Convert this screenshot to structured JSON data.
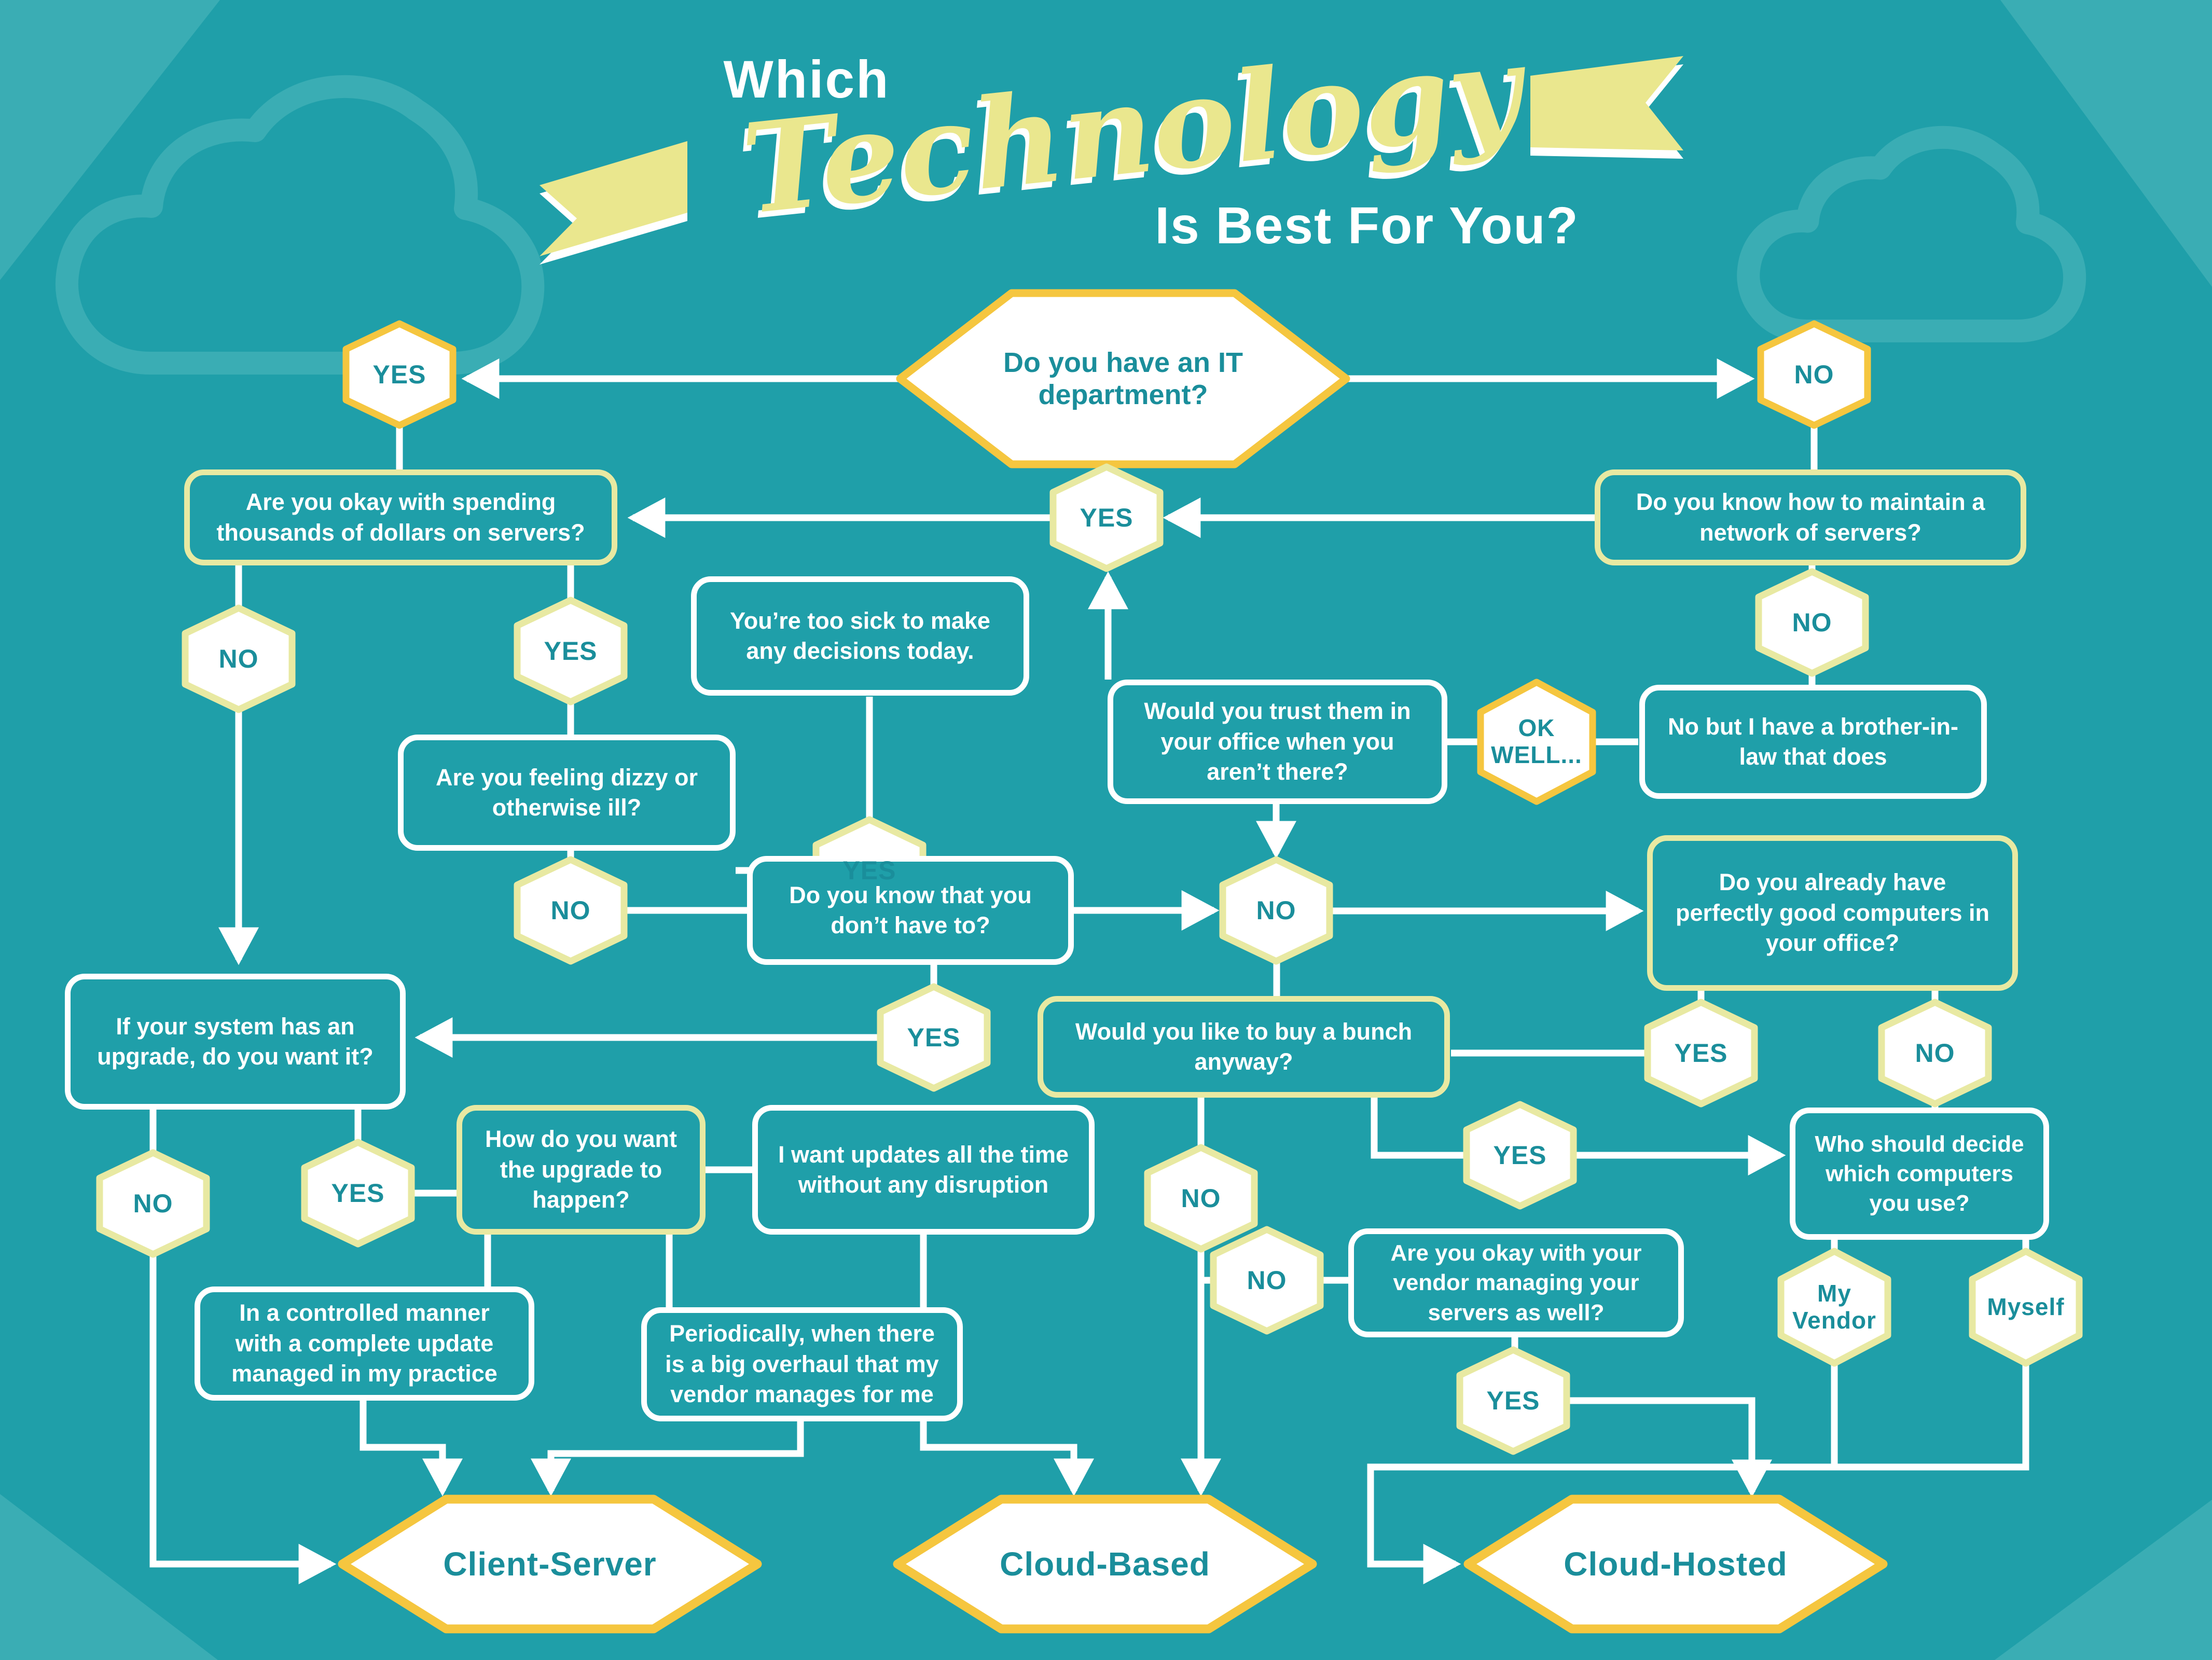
{
  "title": {
    "which": "Which",
    "technology": "Technology",
    "tagline": "Is Best For You?"
  },
  "answers": {
    "yes": "YES",
    "no": "NO",
    "ok_well": "OK WELL...",
    "my_vendor": "My Vendor",
    "myself": "Myself"
  },
  "nodes": {
    "it_department": {
      "label": "Do you have an IT department?"
    },
    "spending": {
      "label": "Are you okay with spending thousands of dollars on servers?"
    },
    "maintain": {
      "label": "Do you know how to maintain a network of servers?"
    },
    "too_sick": {
      "label": "You’re too sick to make any decisions today."
    },
    "trust": {
      "label": "Would you trust them in your office when you aren’t there?"
    },
    "brother": {
      "label": "No but I have a brother-in-law that does"
    },
    "dizzy": {
      "label": "Are you feeling dizzy or otherwise ill?"
    },
    "dont_have_to": {
      "label": "Do you know that you don’t have to?"
    },
    "already": {
      "label": "Do you already have perfectly good computers in your office?"
    },
    "upgrade": {
      "label": "If your system has an upgrade, do you want it?"
    },
    "how_upgrade": {
      "label": "How do you want the upgrade to happen?"
    },
    "updates": {
      "label": "I want updates all the time without any disruption"
    },
    "buy_bunch": {
      "label": "Would you like to buy a bunch anyway?"
    },
    "who_decides": {
      "label": "Who should decide which computers you use?"
    },
    "controlled": {
      "label": "In a controlled manner with a complete update managed in my practice"
    },
    "periodically": {
      "label": "Periodically, when there is a big overhaul that my vendor manages for me"
    },
    "vendor_manage": {
      "label": "Are you okay with your vendor managing your servers as well?"
    }
  },
  "terminals": {
    "client_server": "Client-Server",
    "cloud_based": "Cloud-Based",
    "cloud_hosted": "Cloud-Hosted"
  },
  "colors": {
    "background": "#1F9FA9",
    "accent_light": "#3AADB4",
    "gold": "#F5C63F",
    "pale_yellow": "#E8E9A2",
    "white": "#FFFFFF",
    "text_teal": "#1A8E9B",
    "title_yellow": "#EAE78E"
  }
}
